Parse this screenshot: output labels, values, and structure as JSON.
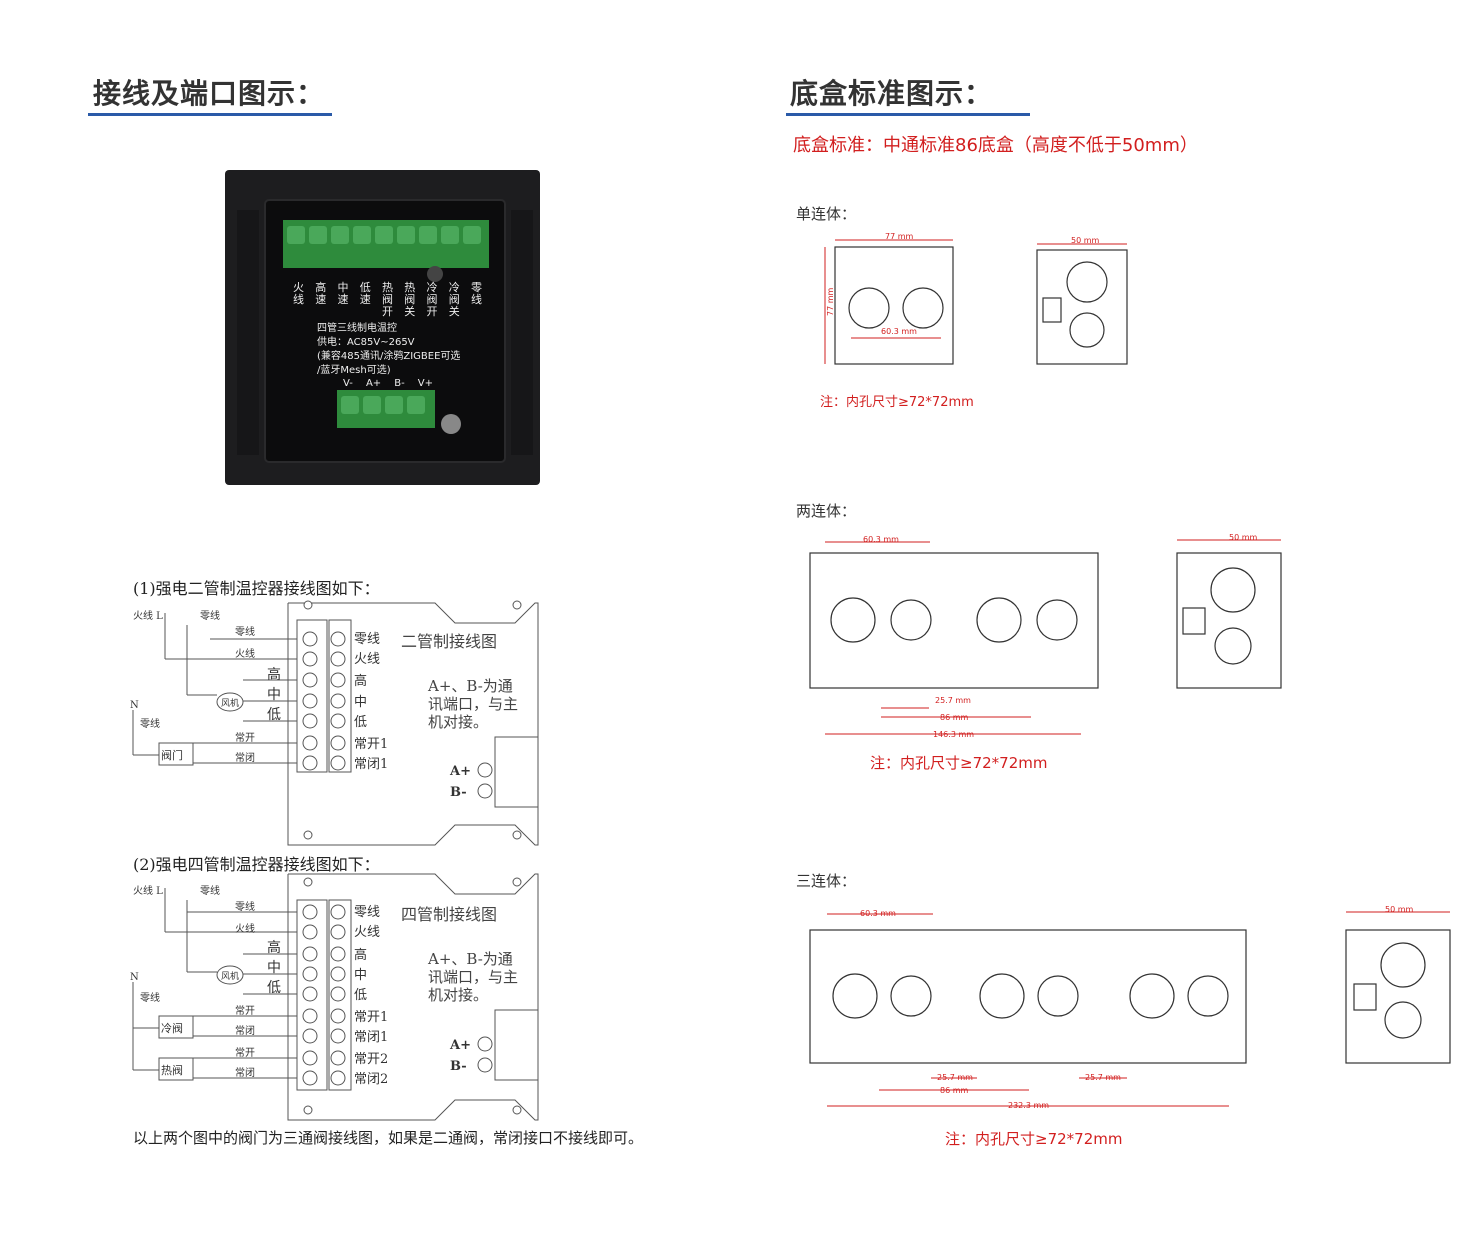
{
  "left": {
    "title": "接线及端口图示：",
    "device": {
      "terminals_top": [
        "火线",
        "高速",
        "中速",
        "低速",
        "热阀开",
        "热阀关",
        "冷阀开",
        "冷阀关",
        "零线"
      ],
      "lines": [
        "四管三线制电温控",
        "供电：AC85V~265V",
        "(兼容485通讯/涂鸦ZIGBEE可选",
        "/蓝牙Mesh可选)"
      ],
      "bottom_terminals": [
        "V-",
        "A+",
        "B-",
        "V+"
      ]
    },
    "diagram1": {
      "caption": "(1)强电二管制温控器接线图如下：",
      "title": "二管制接线图",
      "note": [
        "A+、B-为通",
        "讯端口，与主",
        "机对接。"
      ],
      "left_labels": {
        "live": "火线 L",
        "neutral_top": "零线",
        "wire_neutral": "零线",
        "wire_live": "火线",
        "high": "高",
        "mid": "中",
        "low": "低",
        "fan": "风机",
        "n": "N",
        "neutral": "零线",
        "valve": "阀门",
        "no": "常开",
        "nc": "常闭"
      },
      "terminal_labels": [
        "零线",
        "火线",
        "高",
        "中",
        "低",
        "常开1",
        "常闭1"
      ],
      "comm_labels": [
        "A+",
        "B-"
      ]
    },
    "diagram2": {
      "caption": "(2)强电四管制温控器接线图如下：",
      "title": "四管制接线图",
      "note": [
        "A+、B-为通",
        "讯端口，与主",
        "机对接。"
      ],
      "left_labels": {
        "live": "火线 L",
        "neutral_top": "零线",
        "wire_neutral": "零线",
        "wire_live": "火线",
        "high": "高",
        "mid": "中",
        "low": "低",
        "fan": "风机",
        "n": "N",
        "neutral": "零线",
        "cold": "冷阀",
        "hot": "热阀",
        "no1": "常开",
        "nc1": "常闭",
        "no2": "常开",
        "nc2": "常闭"
      },
      "terminal_labels": [
        "零线",
        "火线",
        "高",
        "中",
        "低",
        "常开1",
        "常闭1",
        "常开2",
        "常闭2"
      ],
      "comm_labels": [
        "A+",
        "B-"
      ]
    },
    "footnote": "以上两个图中的阀门为三通阀接线图，如果是二通阀，常闭接口不接线即可。"
  },
  "right": {
    "title": "底盒标准图示：",
    "standard": "底盒标准：中通标准86底盒（高度不低于50mm）",
    "single": {
      "label": "单连体：",
      "dim_w": "77 mm",
      "dim_h": "77 mm",
      "dim_hole": "60.3 mm",
      "dim_depth": "50 mm",
      "note": "注：内孔尺寸≥72*72mm"
    },
    "double": {
      "label": "两连体：",
      "dim_top": "60.3 mm",
      "dim_gap": "25.7 mm",
      "dim_86": "86 mm",
      "dim_total": "146.3 mm",
      "dim_depth": "50 mm",
      "note": "注：内孔尺寸≥72*72mm"
    },
    "triple": {
      "label": "三连体：",
      "dim_top": "60.3 mm",
      "dim_gap1": "25.7 mm",
      "dim_gap2": "25.7 mm",
      "dim_86": "86 mm",
      "dim_total": "232.3 mm",
      "dim_depth": "50 mm",
      "note": "注：内孔尺寸≥72*72mm"
    }
  }
}
